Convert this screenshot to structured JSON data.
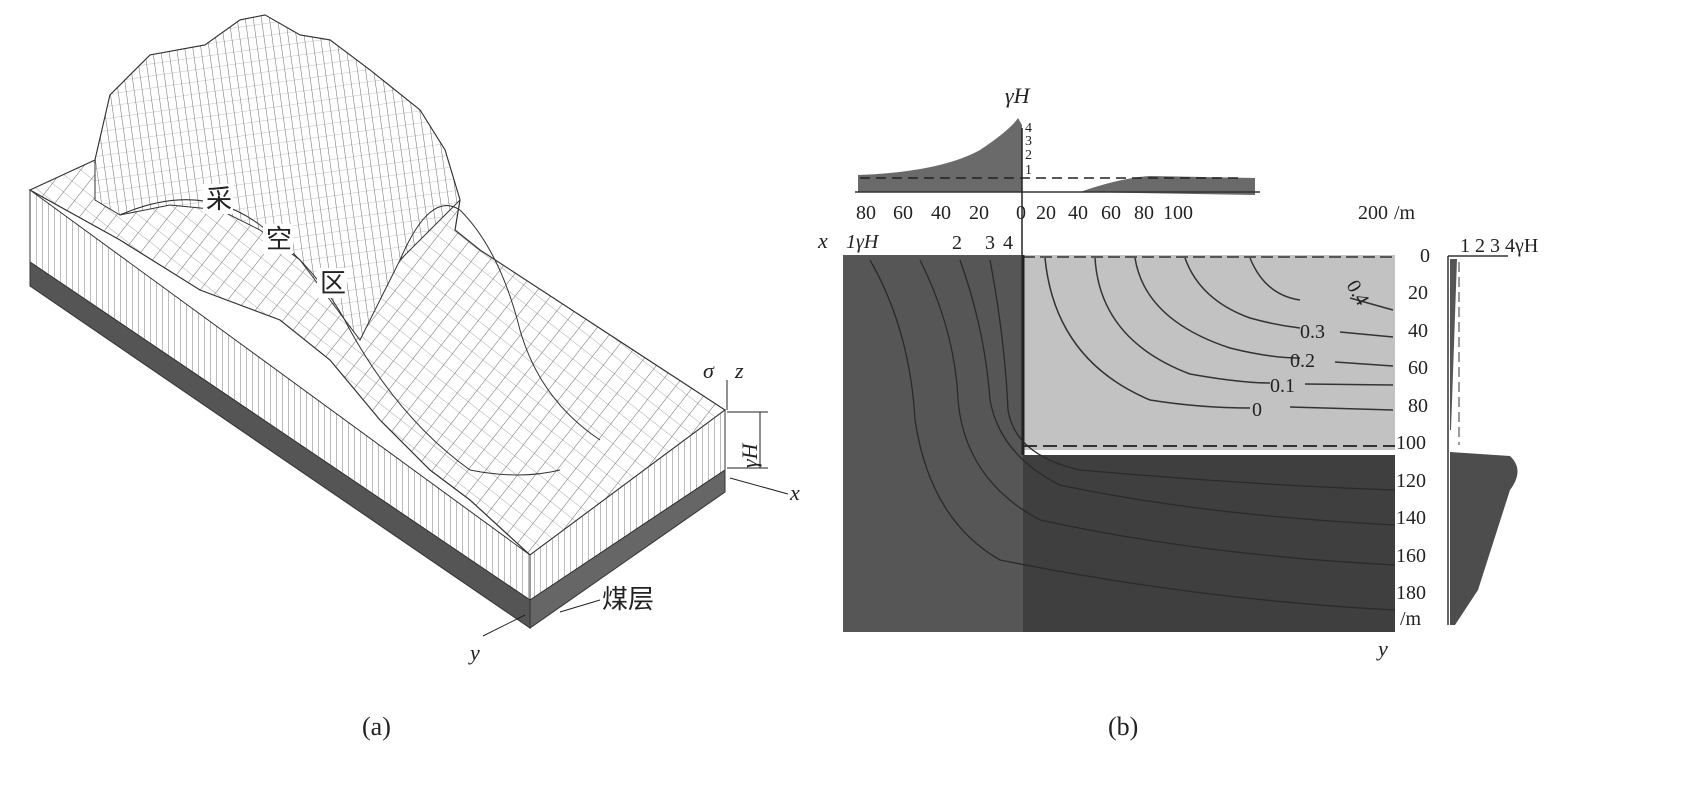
{
  "panel_a": {
    "caption": "(a)",
    "region_labels": [
      "采",
      "空",
      "区"
    ],
    "seam_label": "煤层",
    "axis_sigma": "σ",
    "axis_z": "z",
    "axis_x": "x",
    "axis_y": "y",
    "scale_label": "γH"
  },
  "panel_b": {
    "caption": "(b)",
    "top_profile": {
      "ylabel": "γH",
      "yticks": [
        "1",
        "2",
        "3",
        "4"
      ],
      "xticks_left": [
        "80",
        "60",
        "40",
        "20"
      ],
      "xtick_zero": "0",
      "xticks_right": [
        "20",
        "40",
        "60",
        "80",
        "100"
      ],
      "xtick_end": "200",
      "xunit": "/m"
    },
    "x_axis_label": "x",
    "left_scale": [
      "1γH",
      "2",
      "3",
      "4"
    ],
    "right_profile": {
      "scale": "1 2 3 4γH",
      "yticks": [
        "0",
        "20",
        "40",
        "60",
        "80",
        "100",
        "120",
        "140",
        "160",
        "180"
      ],
      "yunit": "/m"
    },
    "y_axis_label": "y",
    "contours": [
      "0.4",
      "0.3",
      "0.2",
      "0.1",
      "0"
    ]
  },
  "colors": {
    "dark": "#4a4a4a",
    "mid": "#7a7a7a",
    "light": "#bdbdbd",
    "ink": "#222222"
  }
}
